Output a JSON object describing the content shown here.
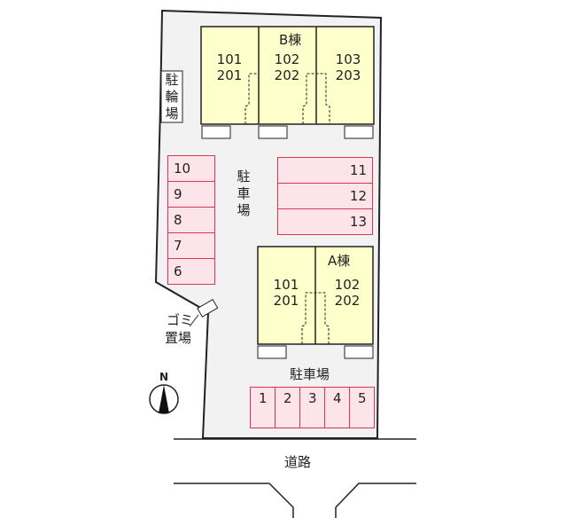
{
  "colors": {
    "site_fill": "#f2f2f2",
    "building_fill": "#ffffcc",
    "parking_fill": "#fde3ea",
    "parking_border": "#d9354d",
    "outline": "#222222"
  },
  "building_b": {
    "label": "B棟",
    "units": [
      {
        "upper": "101",
        "lower": "201"
      },
      {
        "upper": "102",
        "lower": "202"
      },
      {
        "upper": "103",
        "lower": "203"
      }
    ]
  },
  "building_a": {
    "label": "A棟",
    "units": [
      {
        "upper": "101",
        "lower": "201"
      },
      {
        "upper": "102",
        "lower": "202"
      }
    ]
  },
  "bicycle_parking": {
    "label": [
      "駐",
      "輪",
      "場"
    ]
  },
  "garbage_area": {
    "label_line1": "ゴミ",
    "label_line2": "置場"
  },
  "parking_center": {
    "label": [
      "駐",
      "車",
      "場"
    ]
  },
  "parking_bottom": {
    "label": "駐車場"
  },
  "parking_left_stalls": [
    "10",
    "9",
    "8",
    "7",
    "6"
  ],
  "parking_right_stalls": [
    "11",
    "12",
    "13"
  ],
  "parking_bottom_stalls": [
    "1",
    "2",
    "3",
    "4",
    "5"
  ],
  "compass": {
    "label": "N"
  },
  "road": {
    "label": "道路"
  }
}
